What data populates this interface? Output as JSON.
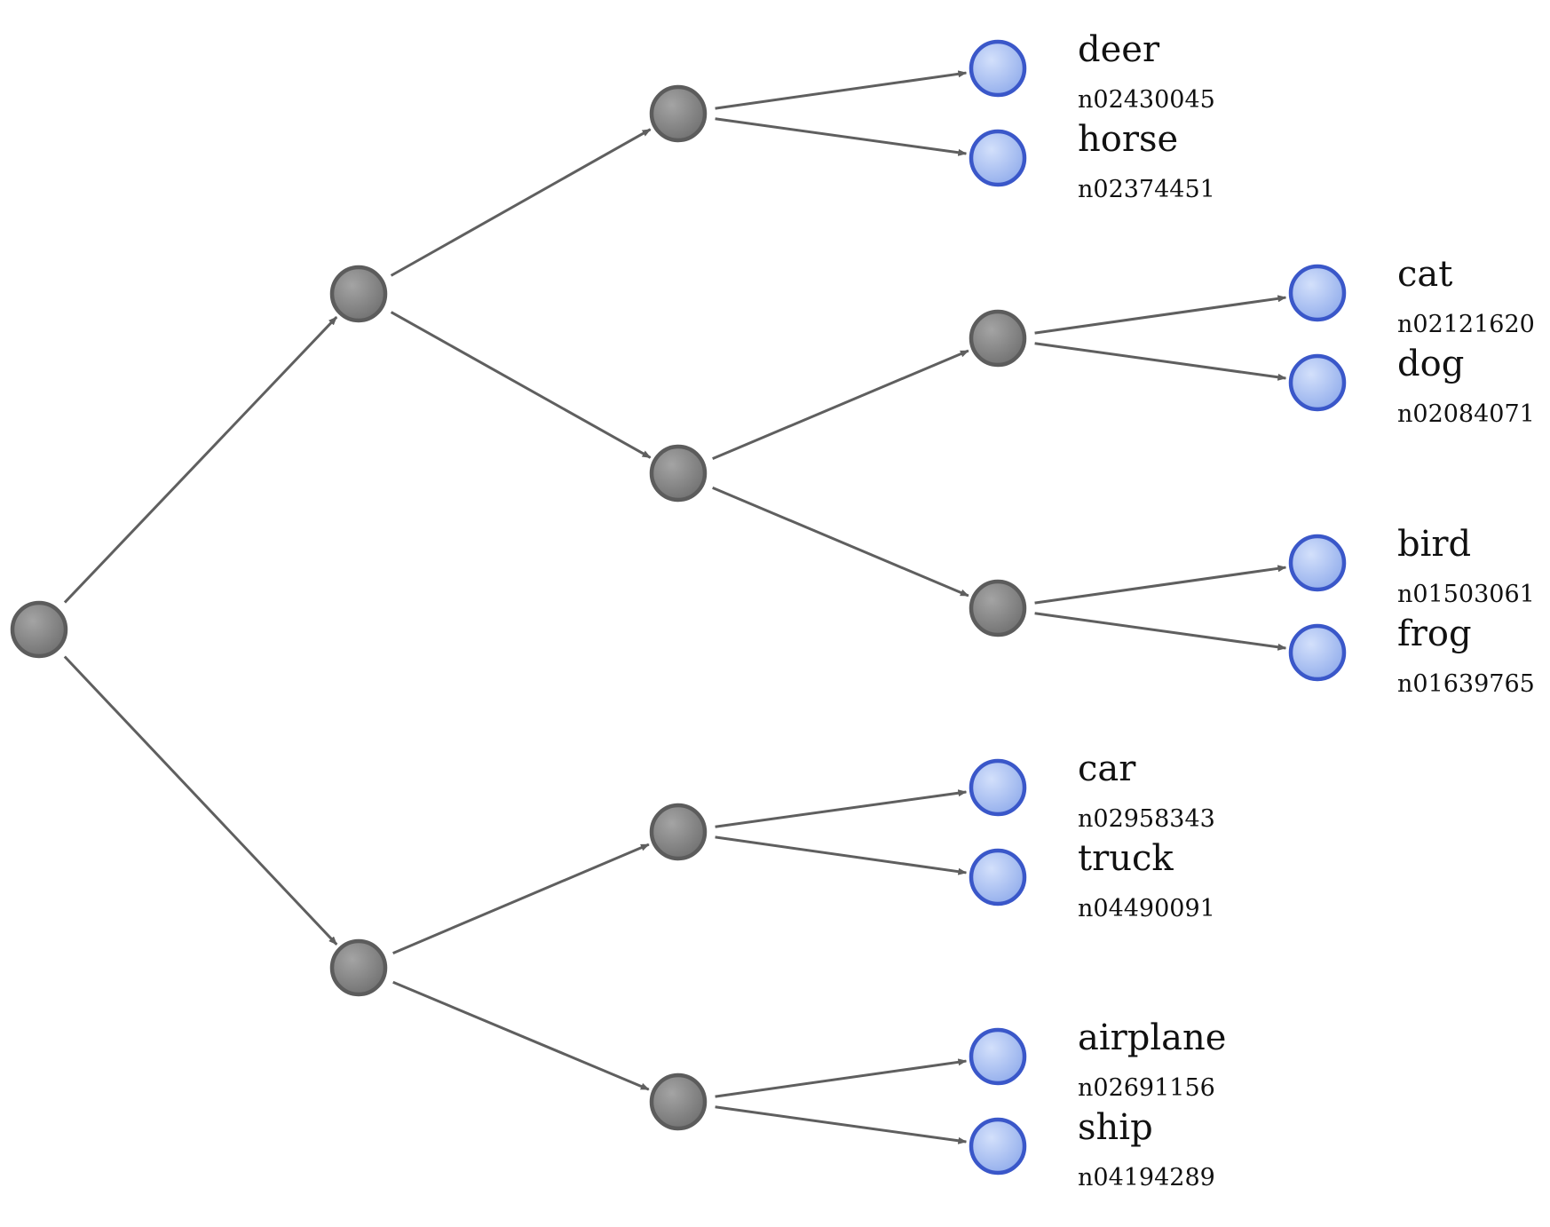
{
  "colors": {
    "inner_node_fill": "#8a8a8a",
    "inner_node_stroke": "#5c5c5c",
    "leaf_node_fill": "#a9c0f2",
    "leaf_node_stroke": "#3a57c9",
    "edge": "#5f5f5f",
    "text": "#111111"
  },
  "tree": {
    "children": [
      {
        "children": [
          {
            "children": [
              {
                "label": "deer",
                "wnid": "n02430045"
              },
              {
                "label": "horse",
                "wnid": "n02374451"
              }
            ]
          },
          {
            "children": [
              {
                "children": [
                  {
                    "label": "cat",
                    "wnid": "n02121620"
                  },
                  {
                    "label": "dog",
                    "wnid": "n02084071"
                  }
                ]
              },
              {
                "children": [
                  {
                    "label": "bird",
                    "wnid": "n01503061"
                  },
                  {
                    "label": "frog",
                    "wnid": "n01639765"
                  }
                ]
              }
            ]
          }
        ]
      },
      {
        "children": [
          {
            "children": [
              {
                "label": "car",
                "wnid": "n02958343"
              },
              {
                "label": "truck",
                "wnid": "n04490091"
              }
            ]
          },
          {
            "children": [
              {
                "label": "airplane",
                "wnid": "n02691156"
              },
              {
                "label": "ship",
                "wnid": "n04194289"
              }
            ]
          }
        ]
      }
    ]
  }
}
